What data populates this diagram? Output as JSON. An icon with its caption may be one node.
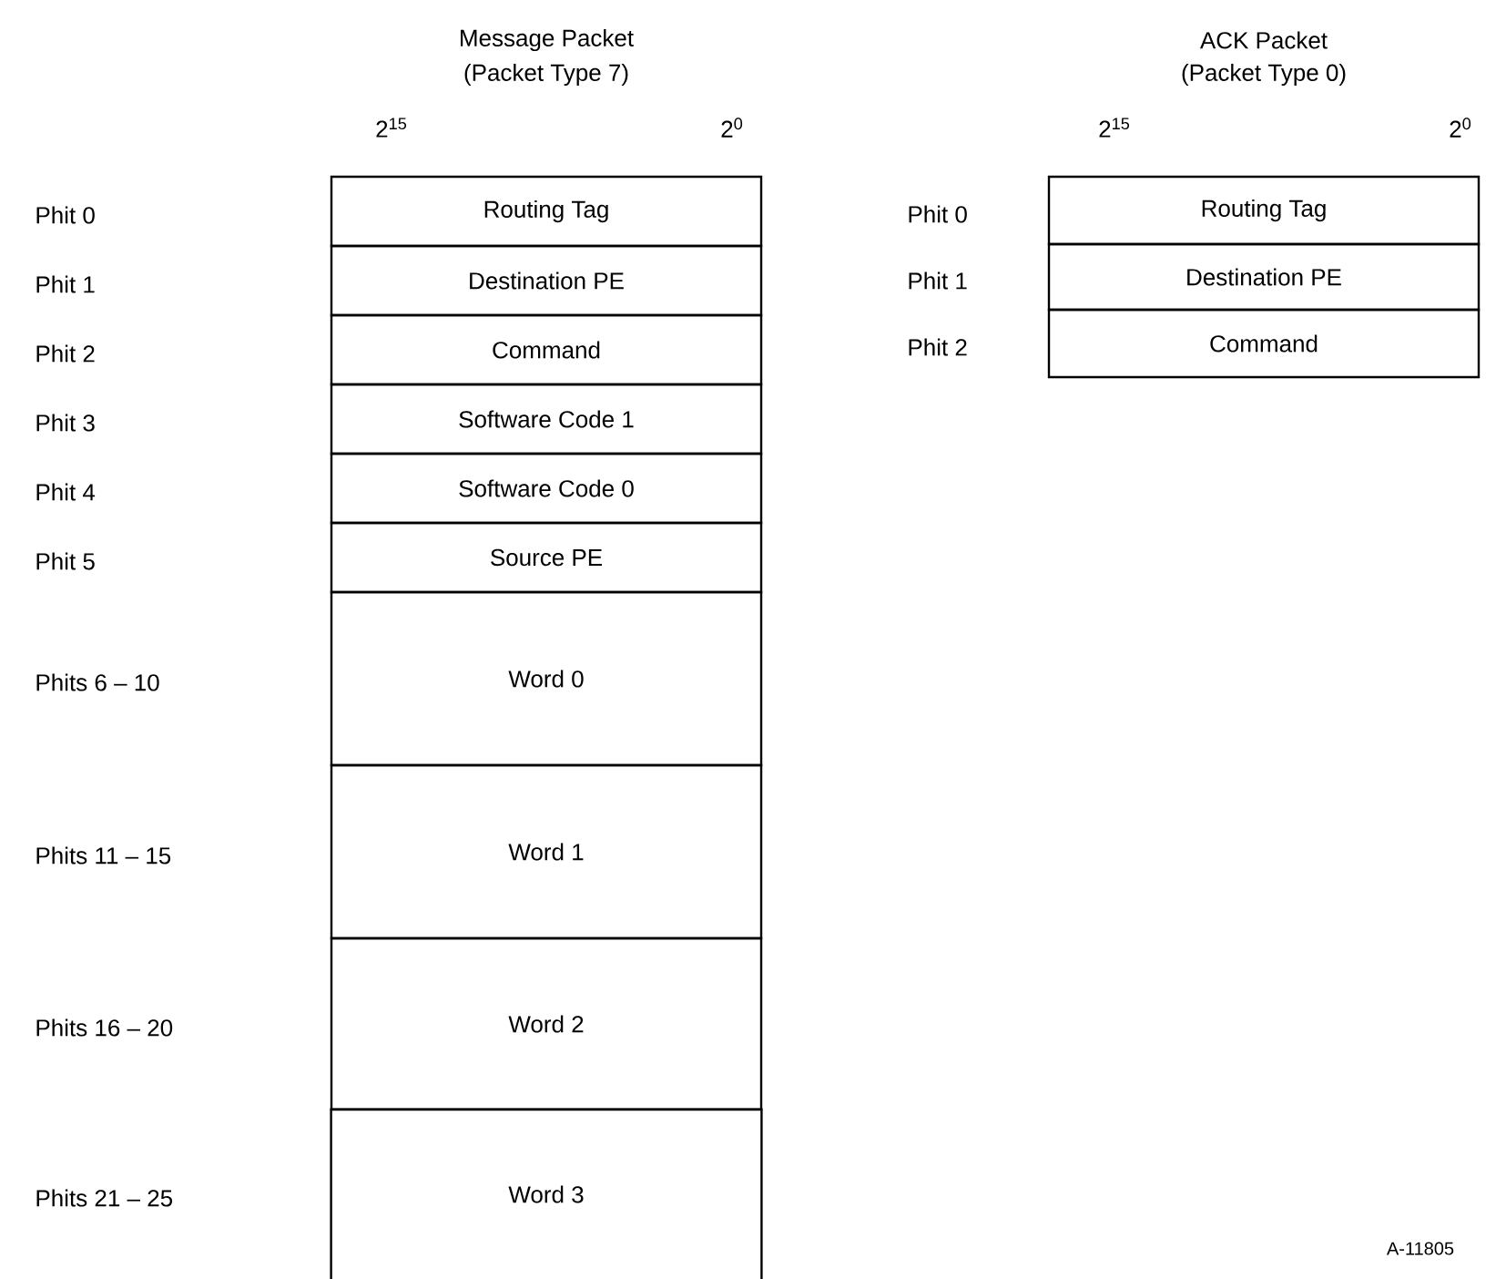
{
  "diagram": {
    "nodes": [
      {
        "text": [
          "Routing Tag"
        ]
      },
      {
        "text": [
          "Destination PE"
        ]
      },
      {
        "text": [
          "Command"
        ]
      },
      {
        "text": [
          "Software Code 1"
        ]
      },
      {
        "text": [
          "Software Code 0"
        ]
      },
      {
        "text": [
          "Source PE"
        ]
      },
      {
        "text": [
          "Word 0"
        ]
      },
      {
        "text": [
          "Word 1"
        ]
      },
      {
        "text": [
          "Word 2"
        ]
      },
      {
        "text": [
          "Word 3"
        ]
      },
      {
        "text": [
          "Routing Tag"
        ],
        "beside": [
          "Phit 0"
        ]
      },
      {
        "text": [
          "Destination PE"
        ],
        "beside": [
          "Phit 1"
        ]
      },
      {
        "text": [
          "Command"
        ],
        "beside": [
          "Phit 2"
        ]
      }
    ],
    "labels": [
      "Message Packet",
      "(Packet Type 7)",
      "2$^{15}$",
      "2$^{0}$",
      "ACK Packet",
      "(Packet Type 0)",
      "2$^{15}$",
      "2$^{0}$",
      "Phit 0",
      "Phit 1",
      "Phit 2",
      "Phit 3",
      "Phit 4",
      "Phit 5",
      "Phits 6 – 10",
      "Phits 11 – 15",
      "Phits 16 – 20",
      "Phits 21 – 25",
      "A-11805"
    ]
  }
}
